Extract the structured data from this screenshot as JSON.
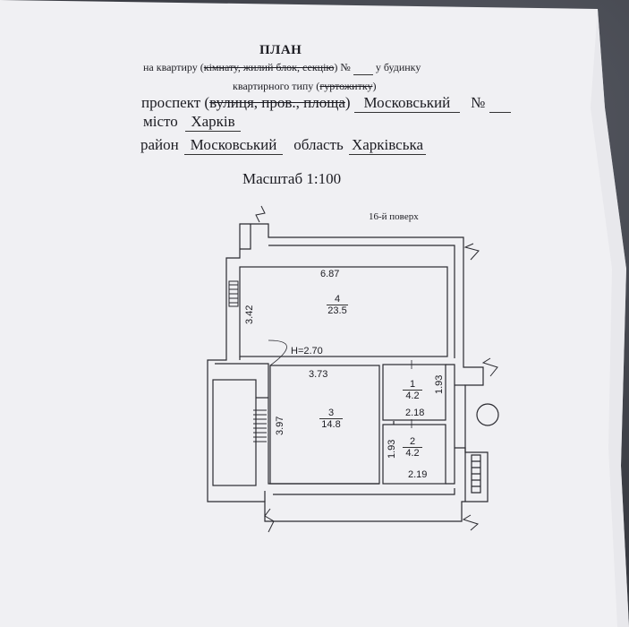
{
  "header": {
    "title": "ПЛАН",
    "line1_prefix": "на квартиру (",
    "line1_struck": "кімнату, жилий блок, секцію",
    "line1_after": ") №",
    "line1_suffix": "у будинку",
    "line2_prefix": "квартирного типу (",
    "line2_struck": "гуртожитку",
    "line2_suffix": ")",
    "street_label_prefix": "проспект (",
    "street_label_struck": "вулиця, пров., площа",
    "street_label_suffix": ")",
    "street_value": "Московський",
    "number_label": "№",
    "city_label": "місто",
    "city_value": "Харків",
    "district_label": "район",
    "district_value": "Московський",
    "region_label": "область",
    "region_value": "Харківська",
    "scale": "Масштаб 1:100",
    "floor": "16-й поверх"
  },
  "rooms": [
    {
      "number": "4",
      "area": "23.5",
      "width": "6.87",
      "depth": "3.42"
    },
    {
      "number": "3",
      "area": "14.8",
      "width": "3.73",
      "depth": "3.97"
    },
    {
      "number": "1",
      "area": "4.2",
      "width": "2.18",
      "depth": "1.93"
    },
    {
      "number": "2",
      "area": "4.2",
      "width": "2.19",
      "depth": "1.93"
    }
  ],
  "ceiling_height": "H=2.70",
  "colors": {
    "paper": "#f1f1f4",
    "ink": "#1c1c22",
    "background": "#3d3f46"
  }
}
